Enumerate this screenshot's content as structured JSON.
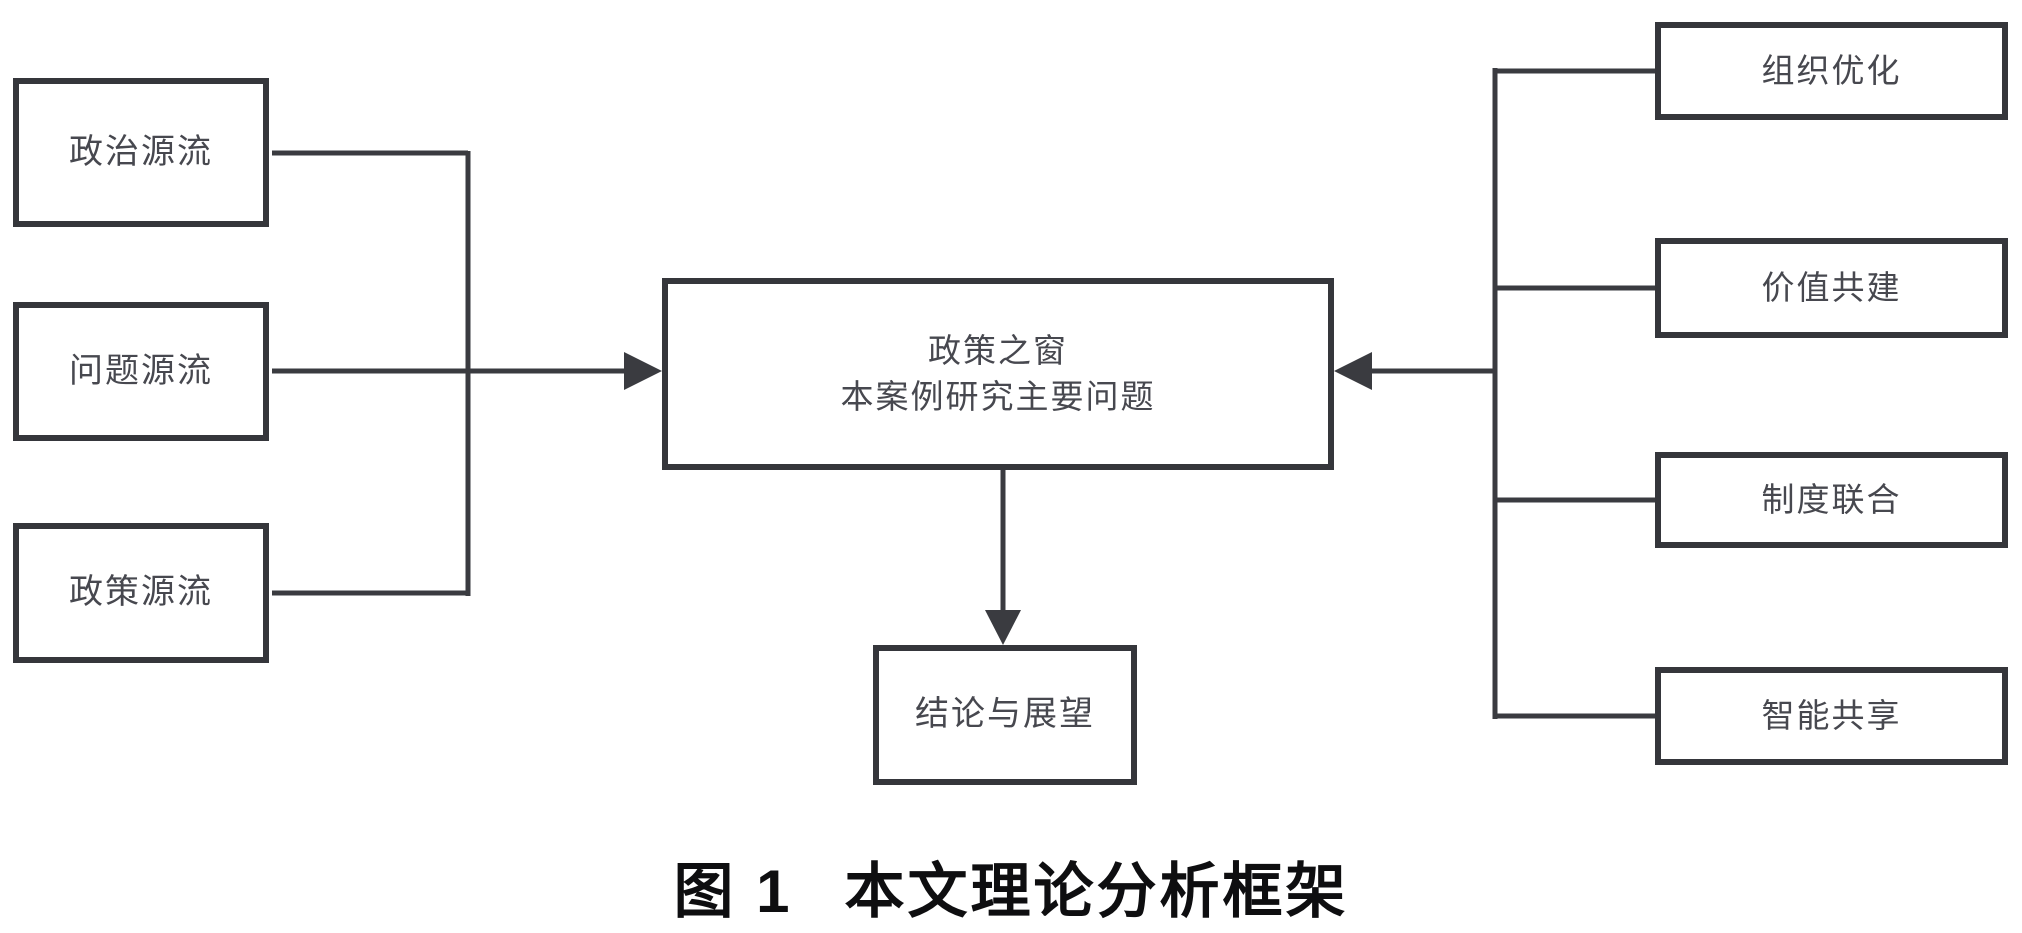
{
  "figure": {
    "background": "#ffffff",
    "line_color": "#3a3b40",
    "box_border_color": "#35363b",
    "box_text_color": "#47484f",
    "caption_color": "#0e0e10"
  },
  "nodes": {
    "left": [
      {
        "label": "政治源流"
      },
      {
        "label": "问题源流"
      },
      {
        "label": "政策源流"
      }
    ],
    "center": {
      "line1": "政策之窗",
      "line2": "本案例研究主要问题"
    },
    "bottom": {
      "label": "结论与展望"
    },
    "right": [
      {
        "label": "组织优化"
      },
      {
        "label": "价值共建"
      },
      {
        "label": "制度联合"
      },
      {
        "label": "智能共享"
      }
    ]
  },
  "caption": {
    "figure_label": "图 1",
    "title": "本文理论分析框架"
  }
}
